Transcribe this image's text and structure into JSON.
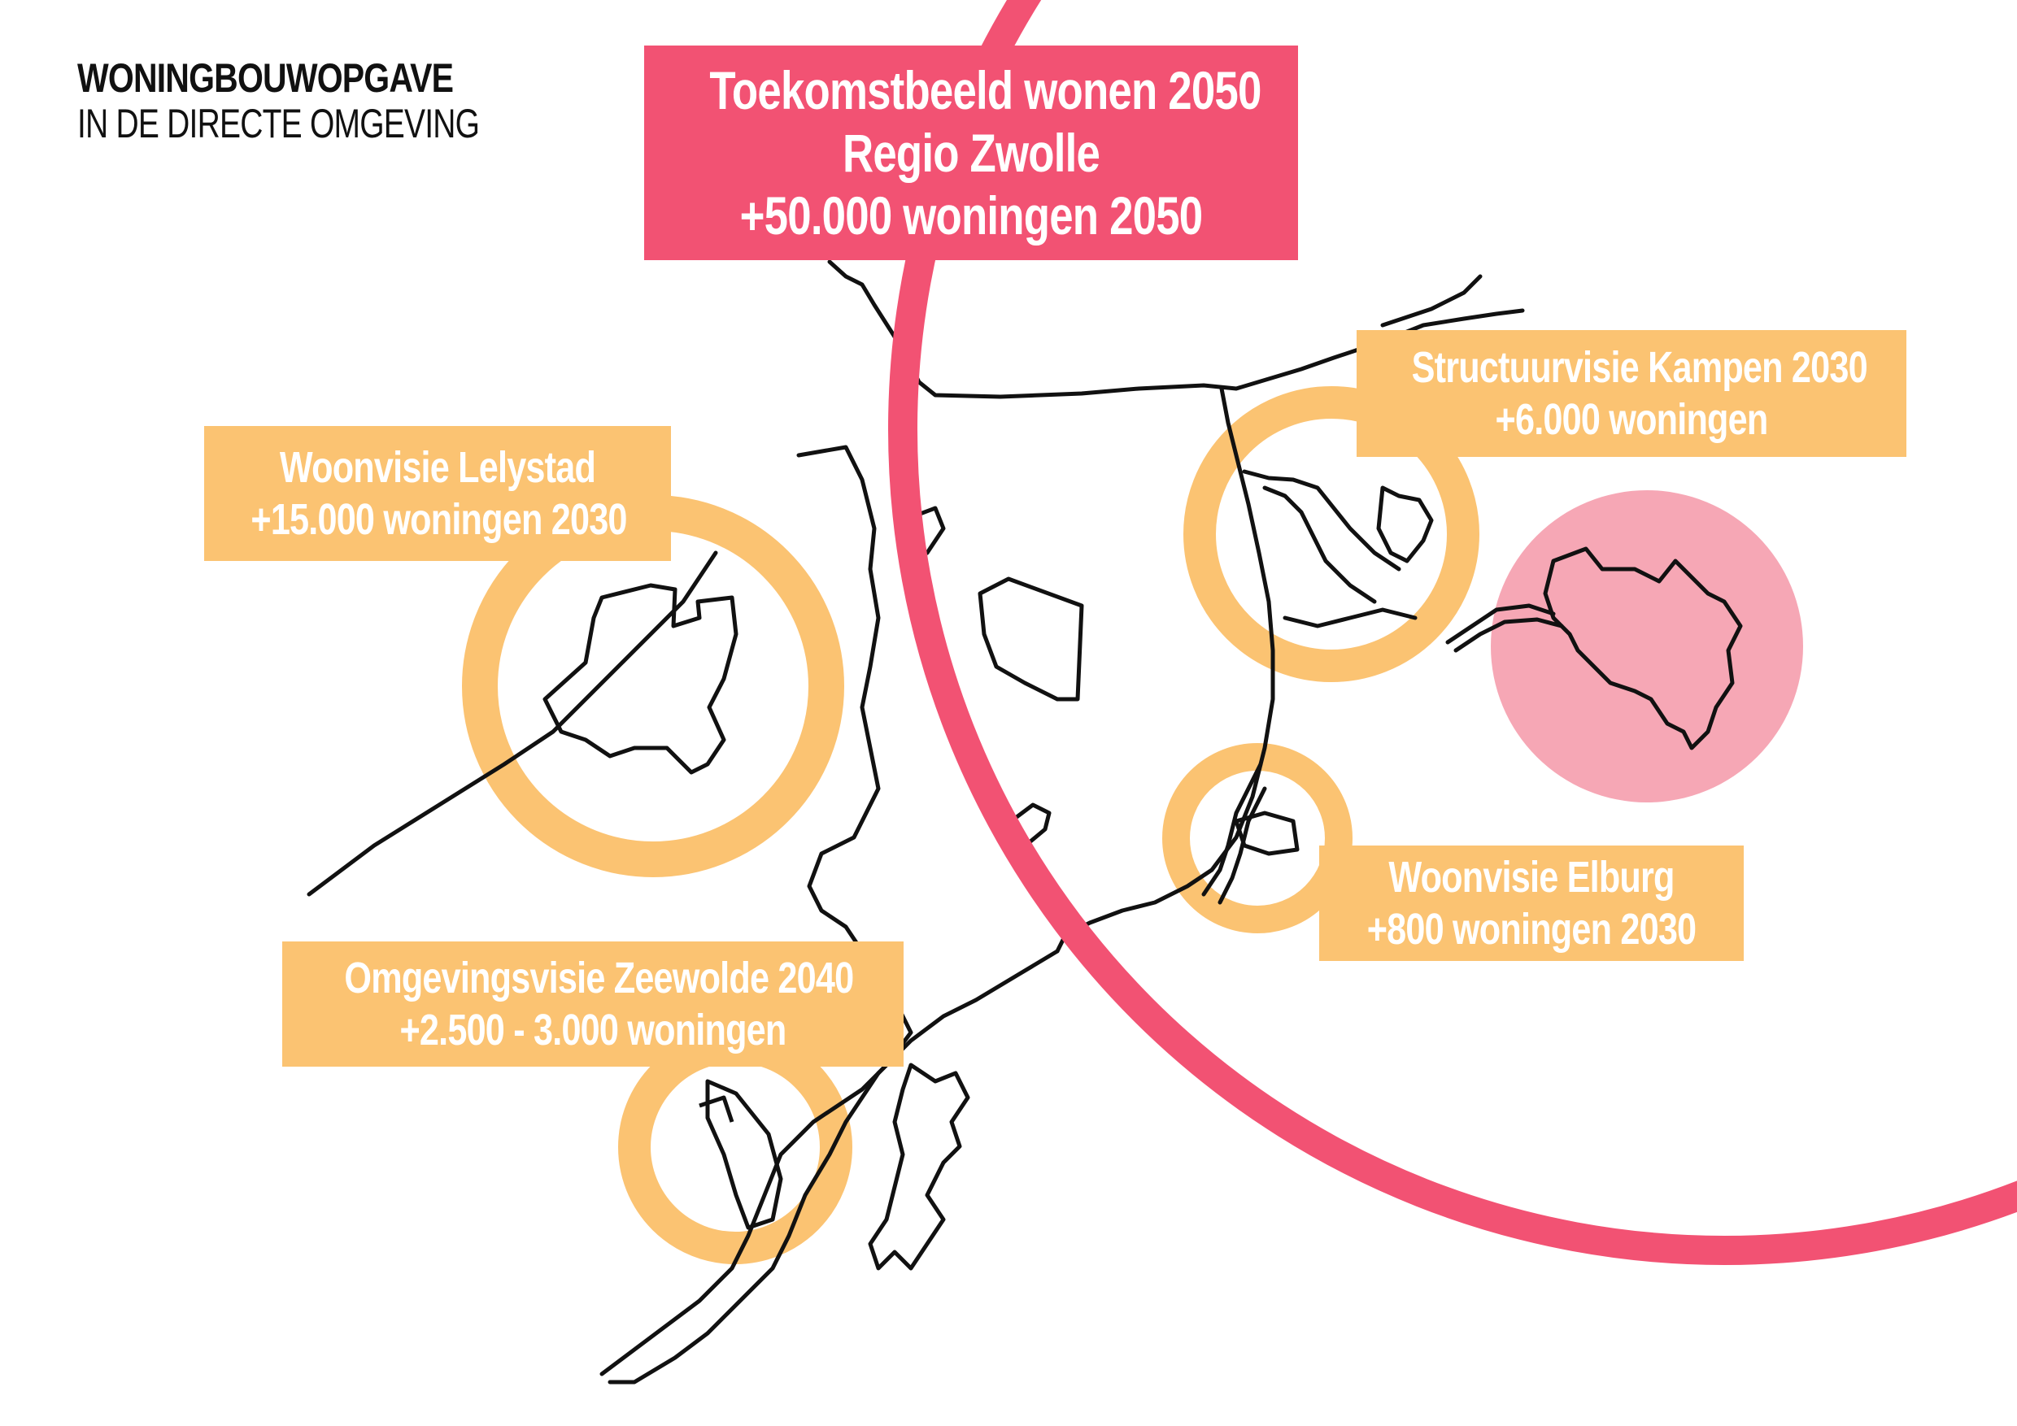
{
  "heading": {
    "title": "WONINGBOUWOPGAVE",
    "subtitle": "IN DE DIRECTE OMGEVING"
  },
  "region_label": {
    "line1": "Toekomstbeeld wonen 2050",
    "line2": "Regio Zwolle",
    "line3": "+50.000 woningen 2050"
  },
  "labels": {
    "lelystad": {
      "line1": "Woonvisie Lelystad",
      "line2": "+15.000 woningen 2030"
    },
    "kampen": {
      "line1": "Structuurvisie Kampen 2030",
      "line2": "+6.000 woningen"
    },
    "elburg": {
      "line1": "Woonvisie Elburg",
      "line2": "+800 woningen 2030"
    },
    "zeewolde": {
      "line1": "Omgevingsvisie Zeewolde 2040",
      "line2": "+2.500 - 3.000 woningen"
    }
  },
  "colors": {
    "region_pink": "#f25273",
    "highlight_orange": "#fbc372",
    "site_pink": "#f6a7b5",
    "line": "#111111"
  }
}
